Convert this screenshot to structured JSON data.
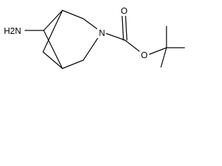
{
  "molecule": {
    "atom_labels": {
      "amine": "H2N",
      "ring_nitrogen": "N",
      "carbonyl_oxygen": "O",
      "ester_oxygen": "O"
    },
    "colors": {
      "bond": "#000000",
      "text": "#000000",
      "background": "#ffffff"
    }
  }
}
